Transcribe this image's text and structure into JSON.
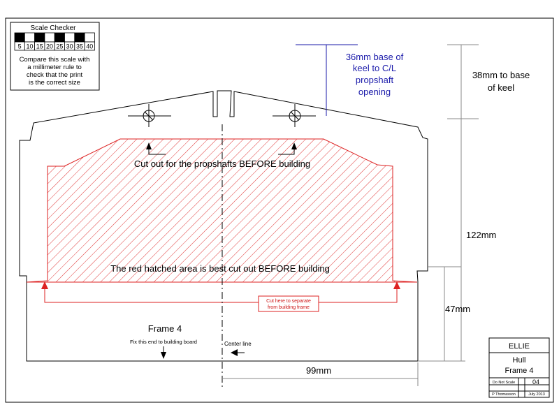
{
  "colors": {
    "outline": "#000000",
    "cut_area": "#dd2222",
    "note_blue": "#1a1aaa",
    "dimension": "#888888"
  },
  "scale_checker": {
    "title": "Scale Checker",
    "ticks": [
      "5",
      "10",
      "15",
      "20",
      "25",
      "30",
      "35",
      "40"
    ],
    "note_lines": [
      "Compare this scale with",
      "a millimeter rule to",
      "check that the print",
      "is the correct size"
    ]
  },
  "notes": {
    "keel_to_propshaft": [
      "36mm base of",
      "keel to C/L",
      "propshaft",
      "opening"
    ],
    "cut_propshafts": "Cut out for the propshafts BEFORE building",
    "red_hatched": "The red hatched area is best cut out BEFORE building",
    "cut_here": [
      "Cut here to separate",
      "from building frame"
    ],
    "frame_label": "Frame 4",
    "fix_end": "Fix this end to building board",
    "center_line": "Center line"
  },
  "dimensions": {
    "to_base_of_keel": [
      "38mm to base",
      "of keel"
    ],
    "height_upper": "122mm",
    "height_lower": "47mm",
    "half_width": "99mm"
  },
  "title_block": {
    "project": "ELLIE",
    "part": "Hull",
    "frame": "Frame 4",
    "do_not_scale": "Do Not Scale",
    "sheet": "04",
    "author": "P Thomasson",
    "date": "July 2013"
  }
}
